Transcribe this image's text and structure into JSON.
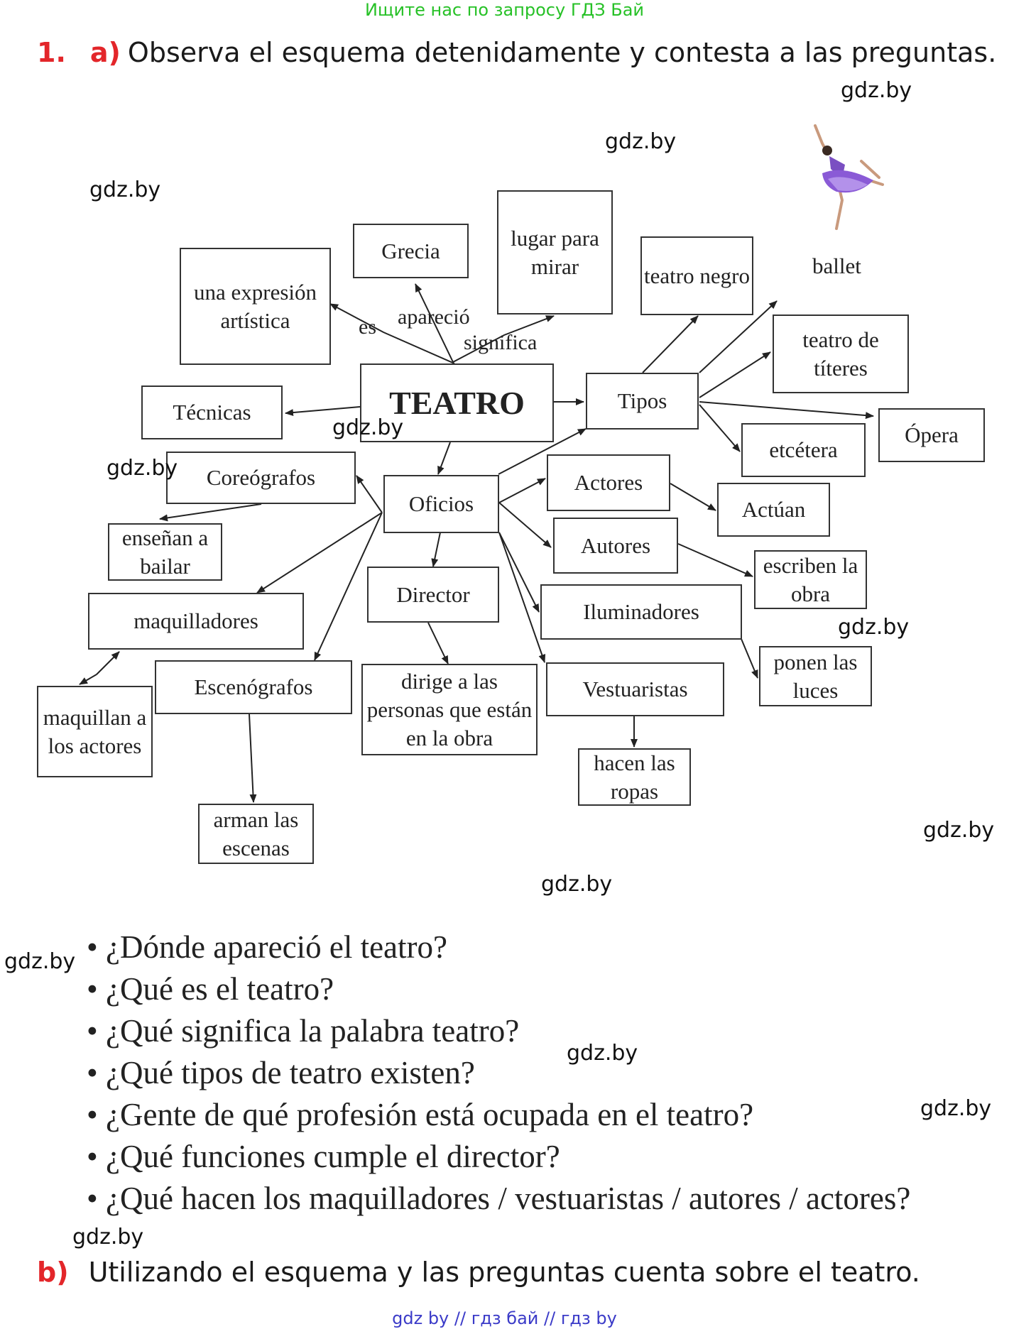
{
  "top_link": "Ищите нас по запросу ГДЗ Бай",
  "exercise": {
    "number": "1.",
    "part_a": "a)",
    "instruction_a": "Observa el esquema detenidamente y contesta a las preguntas.",
    "part_b": "b)",
    "instruction_b": "Utilizando el esquema y las preguntas cuenta sobre el teatro."
  },
  "watermark": "gdz.by",
  "diagram": {
    "center": "TEATRO",
    "nodes": {
      "expresion": "una expresión artística",
      "grecia": "Grecia",
      "lugar": "lugar para mirar",
      "tecnicas": "Técnicas",
      "tipos": "Tipos",
      "teatro_negro": "teatro negro",
      "ballet": "ballet",
      "titeres": "teatro de títeres",
      "opera": "Ópera",
      "etcetera": "etcétera",
      "oficios": "Oficios",
      "coreografos": "Coreógrafos",
      "ensenan": "enseñan a bailar",
      "maquilladores": "maquilladores",
      "maquillan": "maquillan a los actores",
      "escenografos": "Escenógrafos",
      "arman": "arman las escenas",
      "director": "Director",
      "dirige": "dirige a las personas que están en la obra",
      "actores": "Actores",
      "actuan": "Actúan",
      "autores": "Autores",
      "escriben": "escriben la obra",
      "iluminadores": "Iluminadores",
      "ponen": "ponen las luces",
      "vestuaristas": "Vestuaristas",
      "hacen": "hacen las ropas"
    },
    "edge_labels": {
      "es": "es",
      "aparecio": "apareció",
      "significa": "significa"
    }
  },
  "questions": [
    "¿Dónde apareció el teatro?",
    "¿Qué es el teatro?",
    "¿Qué significa la palabra teatro?",
    "¿Qué tipos de teatro existen?",
    "¿Gente de qué profesión está ocupada en el teatro?",
    "¿Qué funciones cumple el director?",
    "¿Qué hacen los maquilladores / vestuaristas / autores / actores?"
  ],
  "footer": "gdz by  //  гдз бай  //  гдз by",
  "colors": {
    "accent_red": "#e3262a",
    "link_green": "#27c127",
    "footer_blue": "#3b3bc8",
    "tutu_purple": "#7a4fc2"
  },
  "illustration": "ballerina"
}
